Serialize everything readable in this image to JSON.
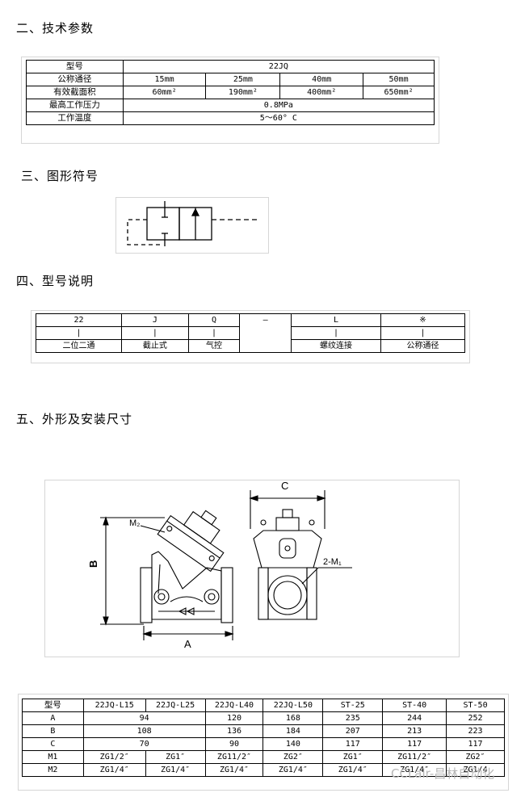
{
  "sections": {
    "tech": "二、技术参数",
    "symbol": "三、图形符号",
    "model": "四、型号说明",
    "outline": "五、外形及安装尺寸"
  },
  "tech_table": {
    "model_label": "型号",
    "model_value": "22JQ",
    "dn_label": "公称通径",
    "dn": [
      "15mm",
      "25mm",
      "40mm",
      "50mm"
    ],
    "area_label": "有效截面积",
    "area": [
      "60mm²",
      "190mm²",
      "400mm²",
      "650mm²"
    ],
    "pressure_label": "最高工作压力",
    "pressure": "0.8MPa",
    "temp_label": "工作温度",
    "temp": "5～60° C"
  },
  "model_table": {
    "codes": [
      "22",
      "J",
      "Q",
      "—",
      "L",
      "※"
    ],
    "bar": "|",
    "meanings": [
      "二位二通",
      "截止式",
      "气控",
      "",
      "螺纹连接",
      "公称通径"
    ]
  },
  "drawing": {
    "labels": {
      "b": "B",
      "a": "A",
      "c": "C",
      "m2": "M₂",
      "m1": "2-M₁"
    }
  },
  "dim_table": {
    "headers": [
      "型号",
      "22JQ-L15",
      "22JQ-L25",
      "22JQ-L40",
      "22JQ-L50",
      "ST-25",
      "ST-40",
      "ST-50"
    ],
    "rows": [
      {
        "label": "A",
        "cells": [
          "94",
          "120",
          "168",
          "235",
          "244",
          "252"
        ]
      },
      {
        "label": "B",
        "cells": [
          "108",
          "136",
          "184",
          "207",
          "213",
          "223"
        ]
      },
      {
        "label": "C",
        "cells": [
          "70",
          "90",
          "140",
          "117",
          "117",
          "117"
        ]
      },
      {
        "label": "M1",
        "cells": [
          "ZG1/2″",
          "ZG1″",
          "ZG11/2″",
          "ZG2″",
          "ZG1″",
          "ZG11/2″",
          "ZG2″"
        ]
      },
      {
        "label": "M2",
        "cells": [
          "ZG1/4″",
          "ZG1/4″",
          "ZG1/4″",
          "ZG1/4″",
          "ZG1/4″",
          "ZG1/4″",
          "ZG1/4"
        ]
      }
    ]
  },
  "watermark": "CCLair-昌林自动化"
}
